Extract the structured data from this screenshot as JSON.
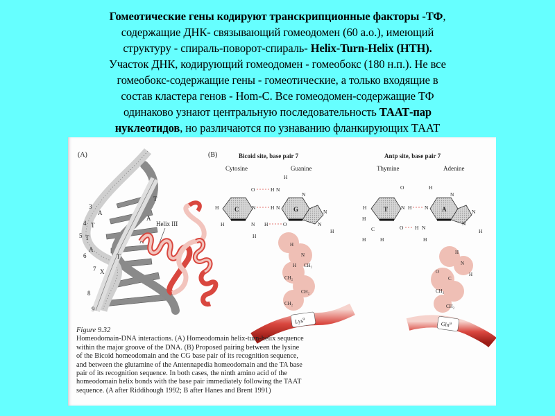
{
  "slide": {
    "lines": [
      [
        {
          "t": "Гомеотические гены кодируют транскрипционные факторы -ТФ",
          "b": true
        },
        {
          "t": ", ",
          "b": false
        }
      ],
      [
        {
          "t": "содержащие ДНК- связывающий гомеодомен (60 а.о.), имеющий",
          "b": false
        }
      ],
      [
        {
          "t": "структуру - спираль-поворот-спираль- ",
          "b": false
        },
        {
          "t": "Helix-Turn-Helix (HTH).",
          "b": true
        }
      ],
      [
        {
          "t": "Участок ДНК, кодирующий гомеодомен - гомеобокс (180 н.п.). Не все",
          "b": false
        }
      ],
      [
        {
          "t": "гомеобокс-содержащие гены - гомеотические, а только входящие в",
          "b": false
        }
      ],
      [
        {
          "t": "состав кластера генов - Hom-C. Все гомеодомен-содержащие ТФ",
          "b": false
        }
      ],
      [
        {
          "t": "одинаково узнают центральную последовательность ",
          "b": false
        },
        {
          "t": "ТААТ-пар",
          "b": true
        }
      ],
      [
        {
          "t": "нуклеотидов",
          "b": true
        },
        {
          "t": ", но  различаются по узнаванию  фланкирующих ТААТ",
          "b": false
        }
      ]
    ]
  },
  "figure": {
    "panel_a": {
      "label": "(A)",
      "helix_label": "Helix III",
      "positions": [
        "3",
        "4",
        "5",
        "6",
        "7",
        "8",
        "9"
      ],
      "bases_left": [
        "A",
        "T",
        "T",
        "A",
        "X"
      ],
      "bases_right": [
        "T",
        "A",
        "A",
        "T"
      ]
    },
    "panel_b": {
      "label": "(B)",
      "bicoid": {
        "title": "Bicoid site, base pair 7",
        "left_base": "Cytosine",
        "right_base": "Guanine",
        "left_letter": "C",
        "right_letter": "G",
        "residue": "Lys",
        "residue_sup": "9"
      },
      "antp": {
        "title": "Antp site, base pair 7",
        "left_base": "Thymine",
        "right_base": "Adenine",
        "left_letter": "T",
        "right_letter": "A",
        "residue": "Gln",
        "residue_sup": "9"
      }
    },
    "caption": {
      "figure_number": "Figure 9.32",
      "text": "Homeodomain-DNA interactions. (A) Homeodomain helix-turn-helix sequence within the major groove of the DNA. (B) Proposed pairing between the lysine of the Bicoid homeodomain and the CG base pair of its recognition sequence, and between the glutamine of the Antennapedia homeodomain and the TA base pair of its recognition sequence. In both cases, the ninth amino acid of the homeodomain helix bonds with the base pair immediately following the TAAT sequence. (A after Riddihough 1992; B after Hanes and Brent 1991)"
    }
  },
  "colors": {
    "background": "#66ffff",
    "figure_bg": "#fdfdfd",
    "protein_red": "#d9473f",
    "protein_pink": "#f2c4bd",
    "sidechain_blob": "#efbcb2",
    "dna_gray": "#8a8a8a"
  }
}
